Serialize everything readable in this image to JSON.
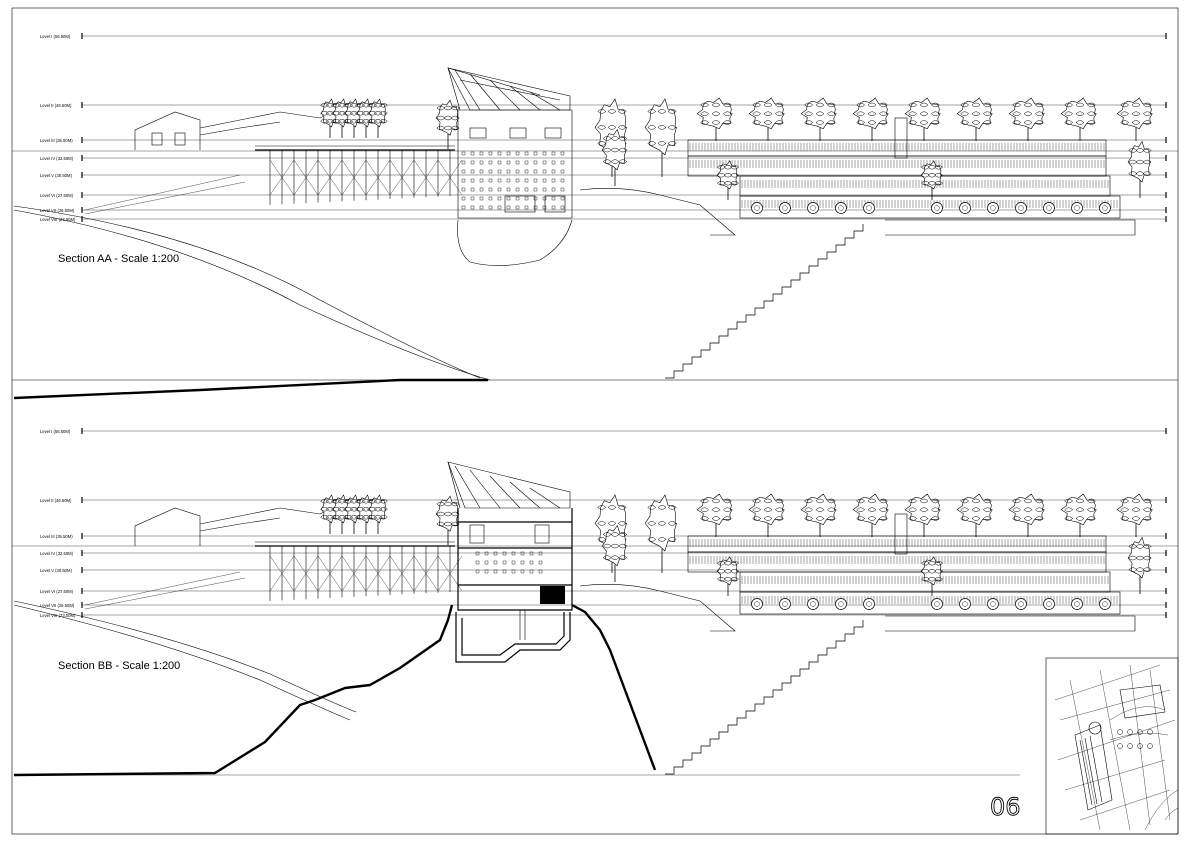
{
  "sheet": {
    "page_number": "06"
  },
  "sections": [
    {
      "title": "Section AA - Scale 1:200",
      "levels": [
        "Level I (56.50M)",
        "Level II (46.50M)",
        "Level III (35.50M)",
        "Level IV (32.50M)",
        "Level V (30.50M)",
        "Level VI (27.50M)",
        "Level VII (26.50M)",
        "Level VIII (23.50M)"
      ]
    },
    {
      "title": "Section BB - Scale 1:200",
      "levels": [
        "Level I (56.50M)",
        "Level II (46.50M)",
        "Level III (35.50M)",
        "Level IV (32.50M)",
        "Level V (30.50M)",
        "Level VI (27.50M)",
        "Level VII (26.50M)",
        "Level VIII (23.50M)"
      ]
    }
  ],
  "key_plan": {
    "icon": "site-plan-icon"
  }
}
